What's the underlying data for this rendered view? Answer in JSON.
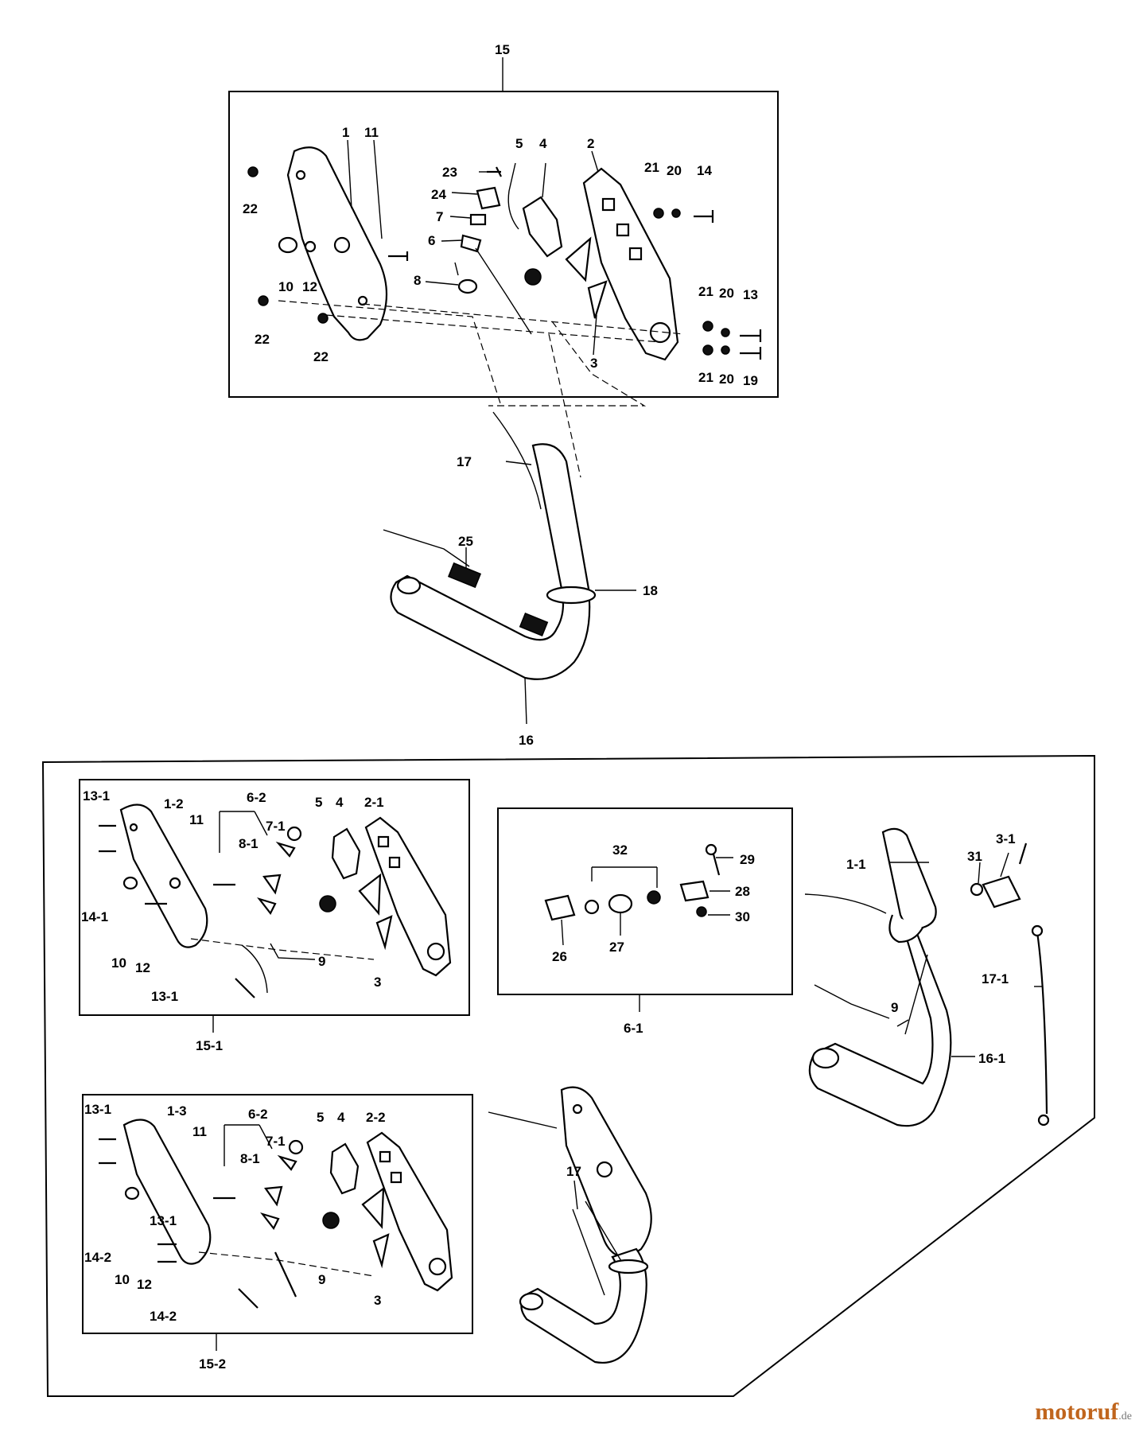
{
  "watermark": {
    "name": "motoruf",
    "tld": ".de"
  },
  "callouts": {
    "top": [
      "15",
      "1",
      "11",
      "22",
      "10",
      "12",
      "22",
      "22",
      "23",
      "24",
      "7",
      "6",
      "8",
      "5",
      "4",
      "2",
      "21",
      "20",
      "14",
      "21",
      "20",
      "13",
      "3",
      "21",
      "20",
      "19",
      "17",
      "25",
      "18",
      "16"
    ],
    "sub1": [
      "13-1",
      "1-2",
      "11",
      "6-2",
      "7-1",
      "8-1",
      "5",
      "4",
      "2-1",
      "14-1",
      "10",
      "12",
      "13-1",
      "9",
      "3",
      "15-1"
    ],
    "sub61": [
      "32",
      "29",
      "28",
      "30",
      "26",
      "27",
      "6-1"
    ],
    "right": [
      "1-1",
      "31",
      "3-1",
      "9",
      "17-1",
      "16-1"
    ],
    "sub2": [
      "13-1",
      "1-3",
      "11",
      "6-2",
      "7-1",
      "8-1",
      "5",
      "4",
      "2-2",
      "13-1",
      "14-2",
      "10",
      "12",
      "14-2",
      "9",
      "3",
      "15-2",
      "17"
    ]
  }
}
